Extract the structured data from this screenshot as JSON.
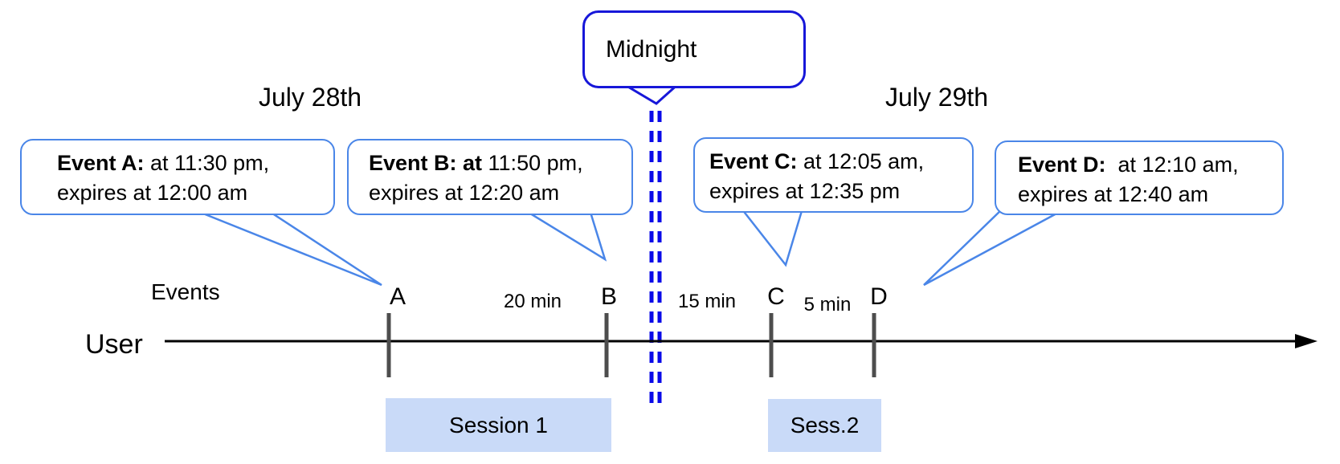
{
  "titles": {
    "left": "July 28th",
    "right": "July 29th"
  },
  "midnight": {
    "label": "Midnight"
  },
  "axis": {
    "events_label": "Events",
    "user_label": "User"
  },
  "callouts": [
    {
      "id": "A",
      "bold": "Event A:",
      "rest": " at 11:30 pm,",
      "line2": "expires at 12:00 am"
    },
    {
      "id": "B",
      "bold": "Event B: at",
      "rest": " 11:50 pm,",
      "line2": "expires at 12:20 am"
    },
    {
      "id": "C",
      "bold": "Event C:",
      "rest": " at 12:05 am,",
      "line2": "expires at 12:35 pm"
    },
    {
      "id": "D",
      "bold": "Event D: ",
      "rest": " at 12:10 am,",
      "line2": "expires at 12:40 am"
    }
  ],
  "ticks": [
    "A",
    "B",
    "C",
    "D"
  ],
  "durations": [
    "20 min",
    "15 min",
    "5 min"
  ],
  "sessions": [
    "Session 1",
    "Sess.2"
  ],
  "colors": {
    "callout_border": "#4a86e8",
    "midnight_border": "#1717d9",
    "midnight_divider": "#0a0ae8",
    "session_fill": "#c9daf8",
    "tick": "#4d4d4d",
    "timeline": "#000000"
  }
}
